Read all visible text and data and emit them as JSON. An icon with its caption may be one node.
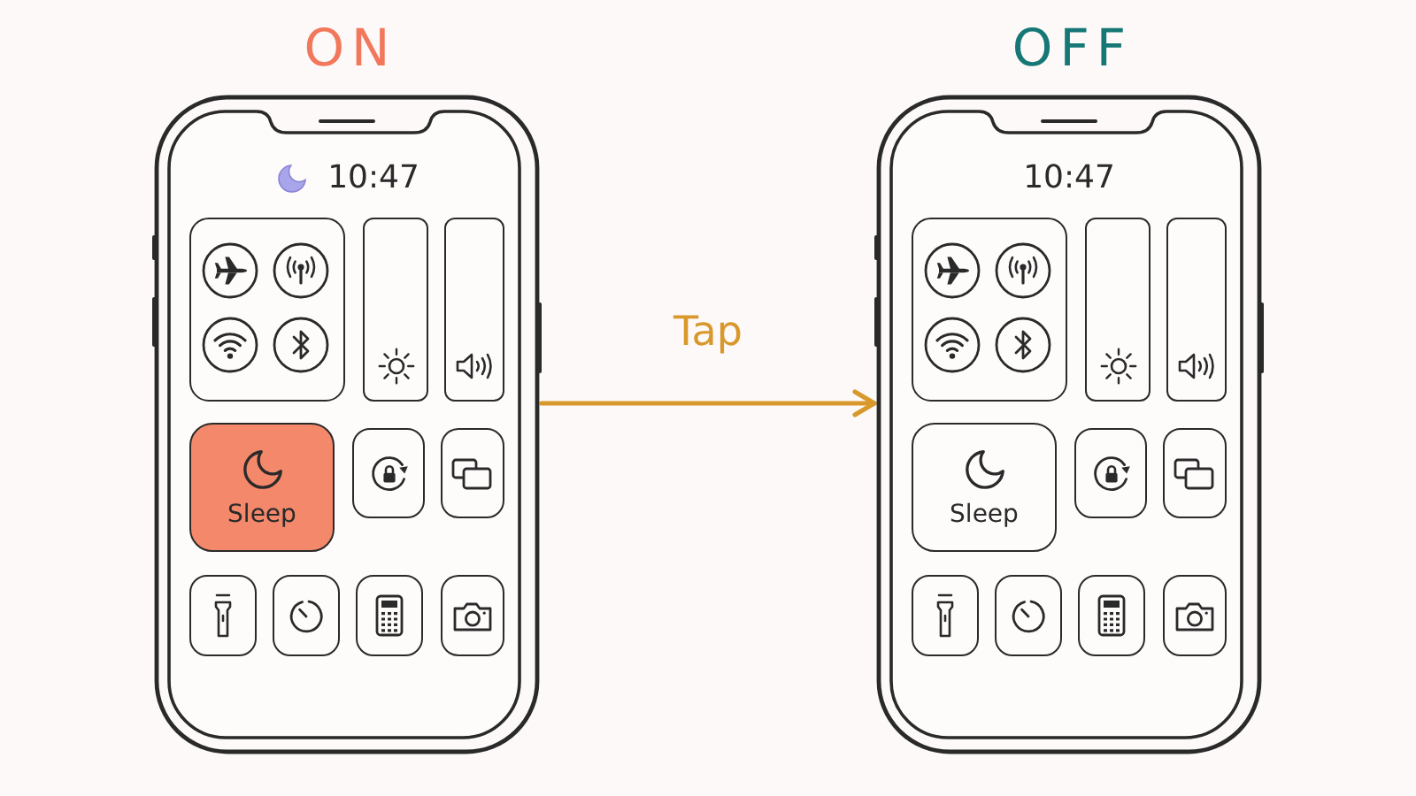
{
  "diagram": {
    "nodes": [
      {
        "text": [
          "ON",
          "10:47"
        ]
      },
      {
        "text": [],
        "shape": "box",
        "in": 0
      },
      {
        "text": [],
        "shape": "bar",
        "in": 0
      },
      {
        "text": [],
        "shape": "bar",
        "in": 0
      },
      {
        "text": [
          "Sleep"
        ],
        "in": 0
      },
      {
        "text": [],
        "shape": "box",
        "in": 0
      },
      {
        "text": [],
        "shape": "box",
        "in": 0
      },
      {
        "text": [],
        "shape": "box",
        "in": 0
      },
      {
        "text": [],
        "shape": "box",
        "in": 0
      },
      {
        "text": [],
        "shape": "box",
        "in": 0
      },
      {
        "text": [],
        "shape": "box",
        "in": 0
      },
      {
        "text": [
          "OFF",
          "10:47"
        ]
      },
      {
        "text": [],
        "shape": "box",
        "in": 11
      },
      {
        "text": [],
        "shape": "bar",
        "in": 11
      },
      {
        "text": [],
        "shape": "bar",
        "in": 11
      },
      {
        "text": [
          "Sleep"
        ],
        "in": 11
      },
      {
        "text": [],
        "shape": "box",
        "in": 11
      },
      {
        "text": [],
        "shape": "box",
        "in": 11
      },
      {
        "text": [],
        "shape": "box",
        "in": 11
      },
      {
        "text": [],
        "shape": "box",
        "in": 11
      },
      {
        "text": [],
        "shape": "box",
        "in": 11
      },
      {
        "text": [],
        "shape": "box",
        "in": 11
      }
    ],
    "edges": [
      {
        "from": 0,
        "to": 11,
        "arrow": "to",
        "label": "Tap"
      }
    ]
  }
}
